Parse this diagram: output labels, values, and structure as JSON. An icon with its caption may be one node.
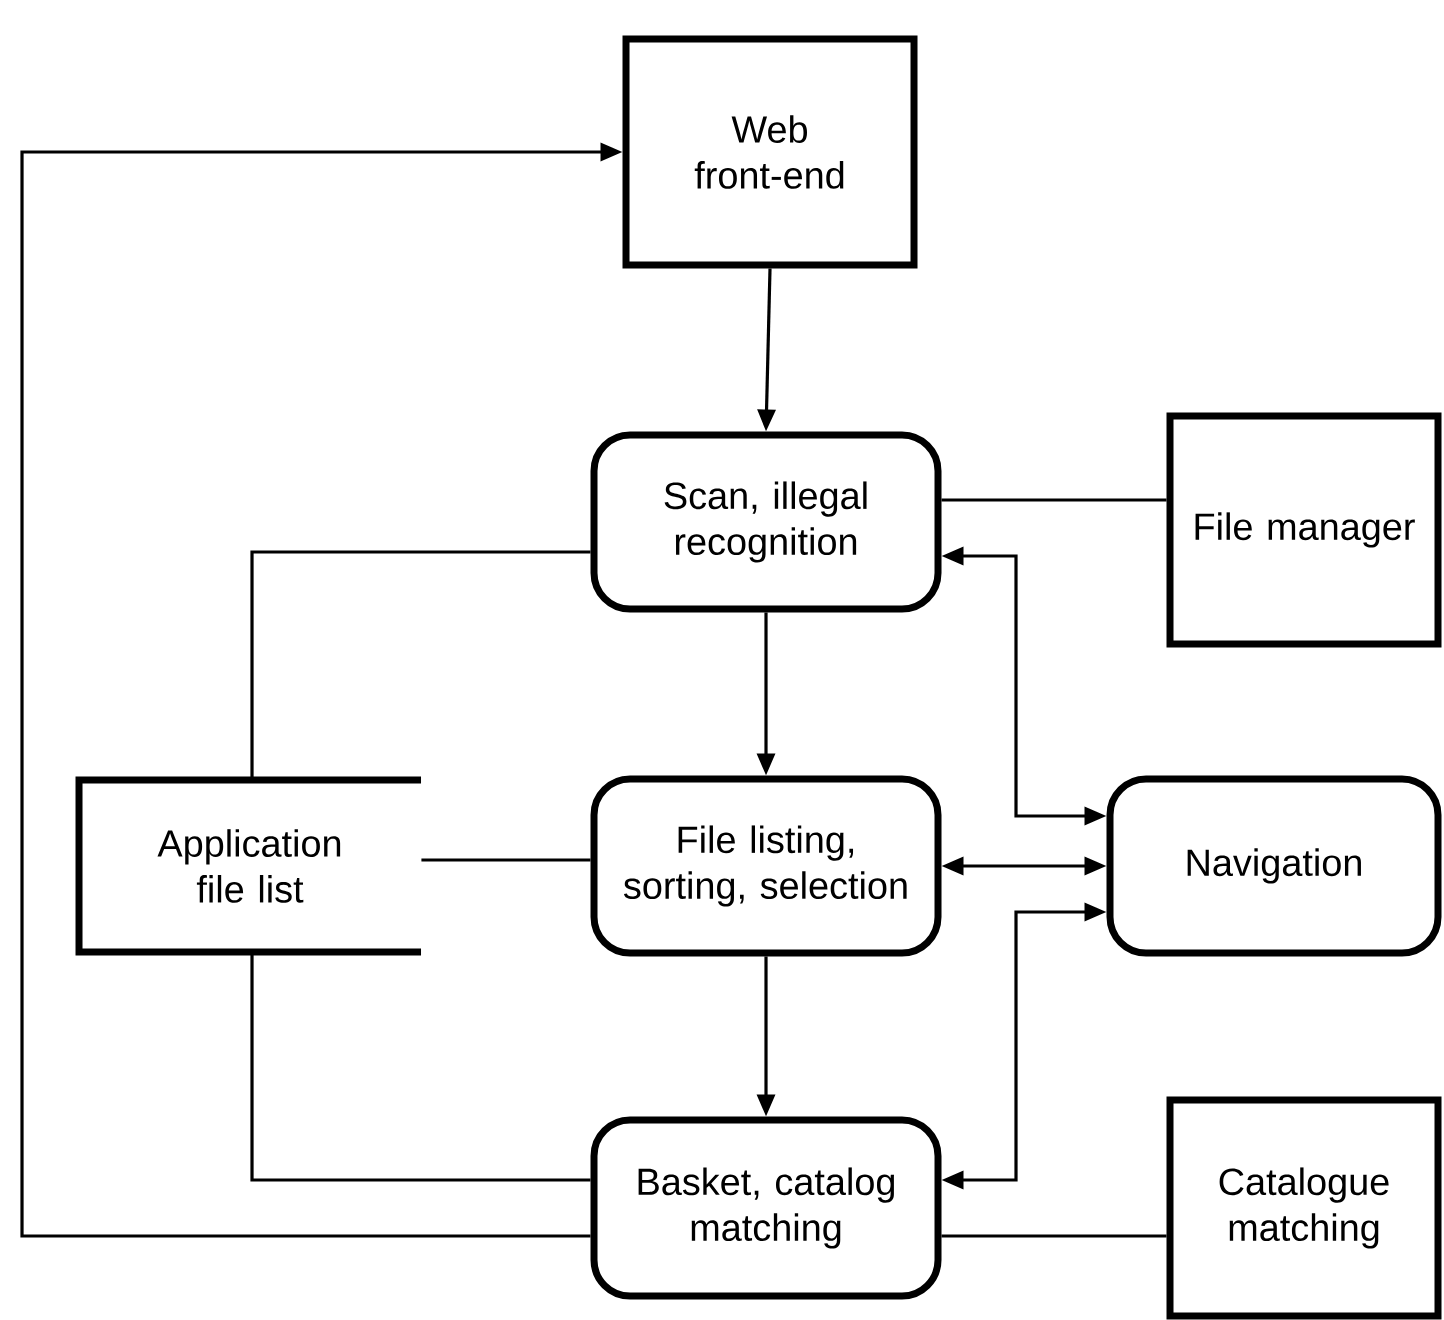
{
  "diagram": {
    "nodes": [
      {
        "text": [
          "Web front-end"
        ]
      },
      {
        "text": [
          "Scan, illegal recognition"
        ]
      },
      {
        "text": [
          "File manager"
        ]
      },
      {
        "text": [
          "Application file list"
        ]
      },
      {
        "text": [
          "File listing, sorting, selection"
        ]
      },
      {
        "text": [
          "Navigation"
        ]
      },
      {
        "text": [
          "Basket, catalog matching"
        ]
      },
      {
        "text": [
          "Catalogue matching"
        ]
      }
    ],
    "edges": [
      {
        "from": 0,
        "to": 1,
        "arrow": "to"
      },
      {
        "from": 1,
        "to": 2,
        "arrow": "none"
      },
      {
        "from": 3,
        "to": 1,
        "arrow": "none"
      },
      {
        "from": 3,
        "to": 4,
        "arrow": "none"
      },
      {
        "from": 3,
        "to": 6,
        "arrow": "none"
      },
      {
        "from": 6,
        "to": 0,
        "arrow": "to"
      },
      {
        "from": 1,
        "to": 4,
        "arrow": "to"
      },
      {
        "from": 4,
        "to": 6,
        "arrow": "to"
      },
      {
        "from": 1,
        "to": 5,
        "arrow": "both"
      },
      {
        "from": 4,
        "to": 5,
        "arrow": "both"
      },
      {
        "from": 6,
        "to": 5,
        "arrow": "both"
      },
      {
        "from": 6,
        "to": 7,
        "arrow": "none"
      }
    ]
  }
}
